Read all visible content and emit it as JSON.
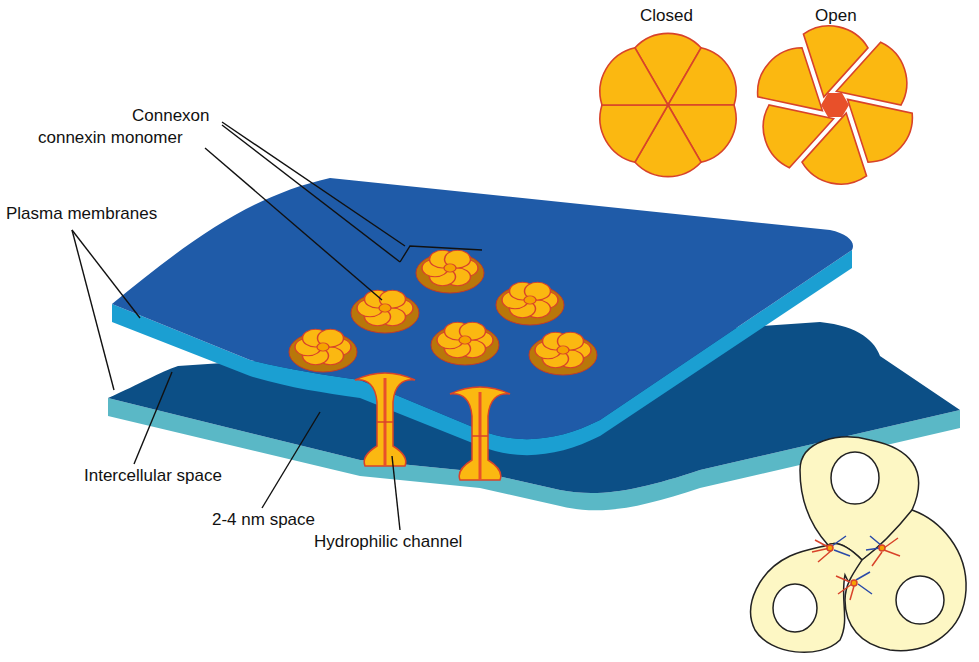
{
  "diagram": {
    "labels": [
      "Closed",
      "Open",
      "Connexon",
      "connexin monomer",
      "Plasma membranes",
      "Intercellular space",
      "2-4 nm space",
      "Hydrophilic channel"
    ]
  }
}
